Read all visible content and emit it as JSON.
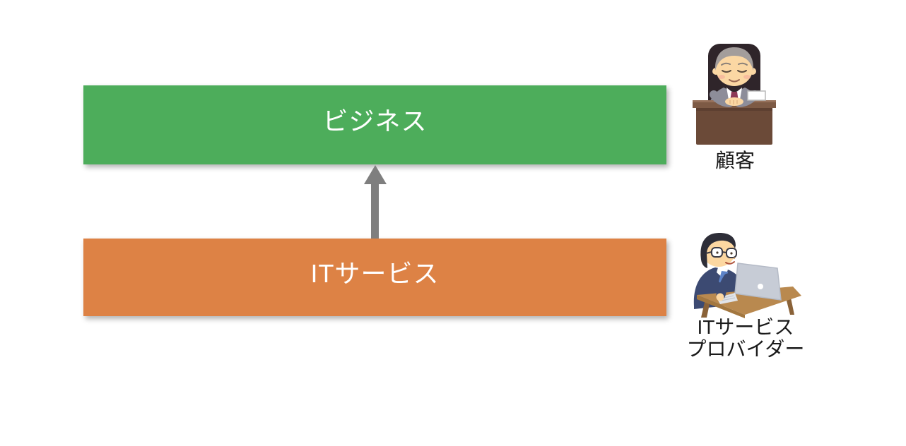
{
  "page": {
    "background_color": "#FFFFFF"
  },
  "diagram": {
    "type": "layered-dependency-diagram",
    "layers": [
      {
        "id": "business",
        "label": "ビジネス",
        "fill_color": "#4DAD5B",
        "text_color": "#FFFFFF"
      },
      {
        "id": "it-service",
        "label": "ITサービス",
        "fill_color": "#DD8245",
        "text_color": "#FFFFFF"
      }
    ],
    "arrow": {
      "from": "it-service",
      "to": "business",
      "direction": "up",
      "color": "#7F7F7F"
    },
    "actors": [
      {
        "id": "customer",
        "label": "顧客",
        "illustration": "executive-at-desk"
      },
      {
        "id": "it-service-provider",
        "label_line1": "ITサービス",
        "label_line2": "プロバイダー",
        "illustration": "worker-with-laptop"
      }
    ]
  }
}
